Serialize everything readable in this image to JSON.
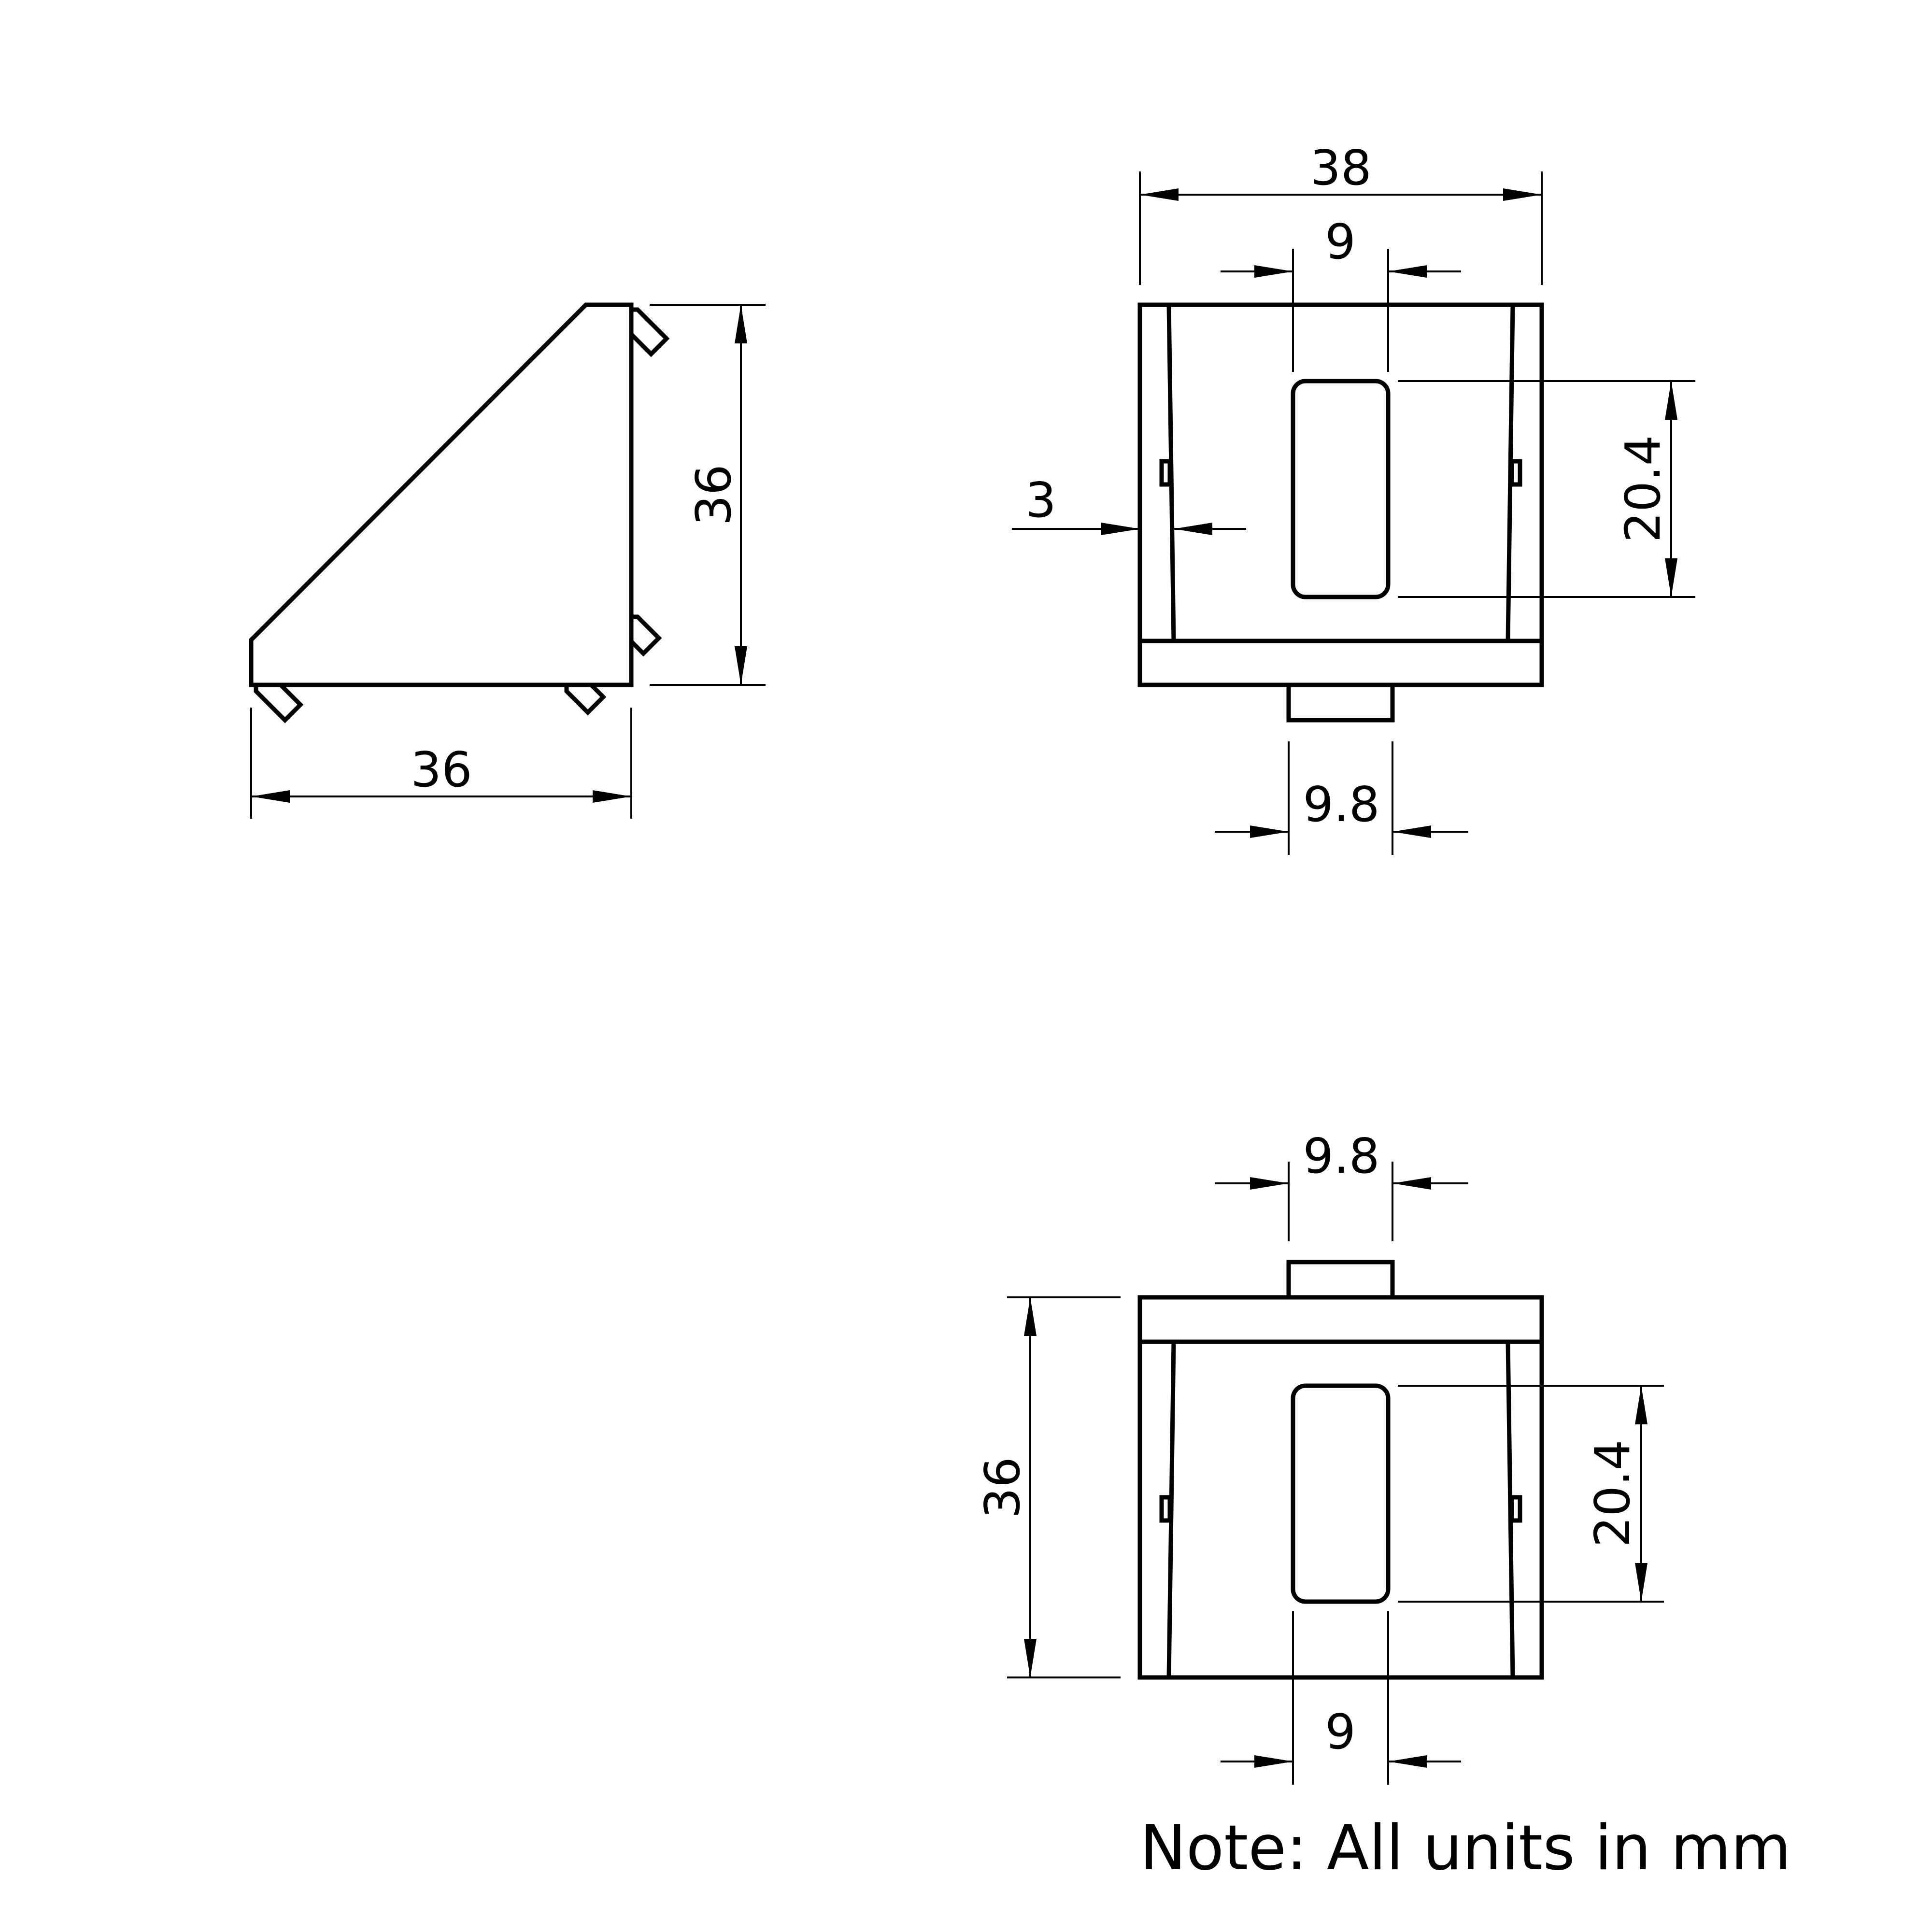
{
  "side_view": {
    "height_label": "36",
    "width_label": "36"
  },
  "top_view": {
    "overall_width_label": "38",
    "slot_width_label": "9",
    "slot_height_label": "20.4",
    "wall_thickness_label": "3",
    "tab_width_label": "9.8"
  },
  "bottom_view": {
    "tab_width_label": "9.8",
    "height_label": "36",
    "slot_height_label": "20.4",
    "slot_width_label": "9"
  },
  "note": "Note: All units in mm"
}
